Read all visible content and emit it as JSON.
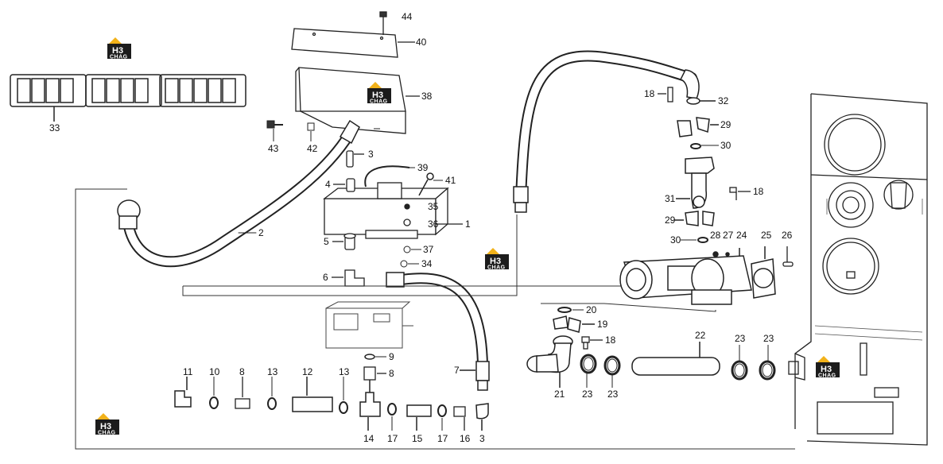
{
  "diagram": {
    "logo": {
      "letters": "H3",
      "caption": "CHAG",
      "accent": "#f2b21a",
      "dark": "#1c1c1c"
    },
    "callouts": {
      "c44": "44",
      "c40": "40",
      "c38": "38",
      "c33": "33",
      "c43": "43",
      "c42": "42",
      "c3a": "3",
      "c39": "39",
      "c41": "41",
      "c4": "4",
      "c35": "35",
      "c36": "36",
      "c1": "1",
      "c2": "2",
      "c5": "5",
      "c37": "37",
      "c34": "34",
      "c6": "6",
      "c18a": "18",
      "c32": "32",
      "c29a": "29",
      "c30a": "30",
      "c18b": "18",
      "c31": "31",
      "c29b": "29",
      "c30b": "30",
      "c28": "28",
      "c27": "27",
      "c24": "24",
      "c25": "25",
      "c26": "26",
      "c20": "20",
      "c19": "19",
      "c18c": "18",
      "c22": "22",
      "c23a": "23",
      "c23b": "23",
      "c21": "21",
      "c23c": "23",
      "c23d": "23",
      "c9": "9",
      "c8a": "8",
      "c7": "7",
      "c11": "11",
      "c10": "10",
      "c8b": "8",
      "c13a": "13",
      "c12": "12",
      "c13b": "13",
      "c14": "14",
      "c17a": "17",
      "c15": "15",
      "c17b": "17",
      "c16": "16",
      "c3b": "3"
    }
  }
}
